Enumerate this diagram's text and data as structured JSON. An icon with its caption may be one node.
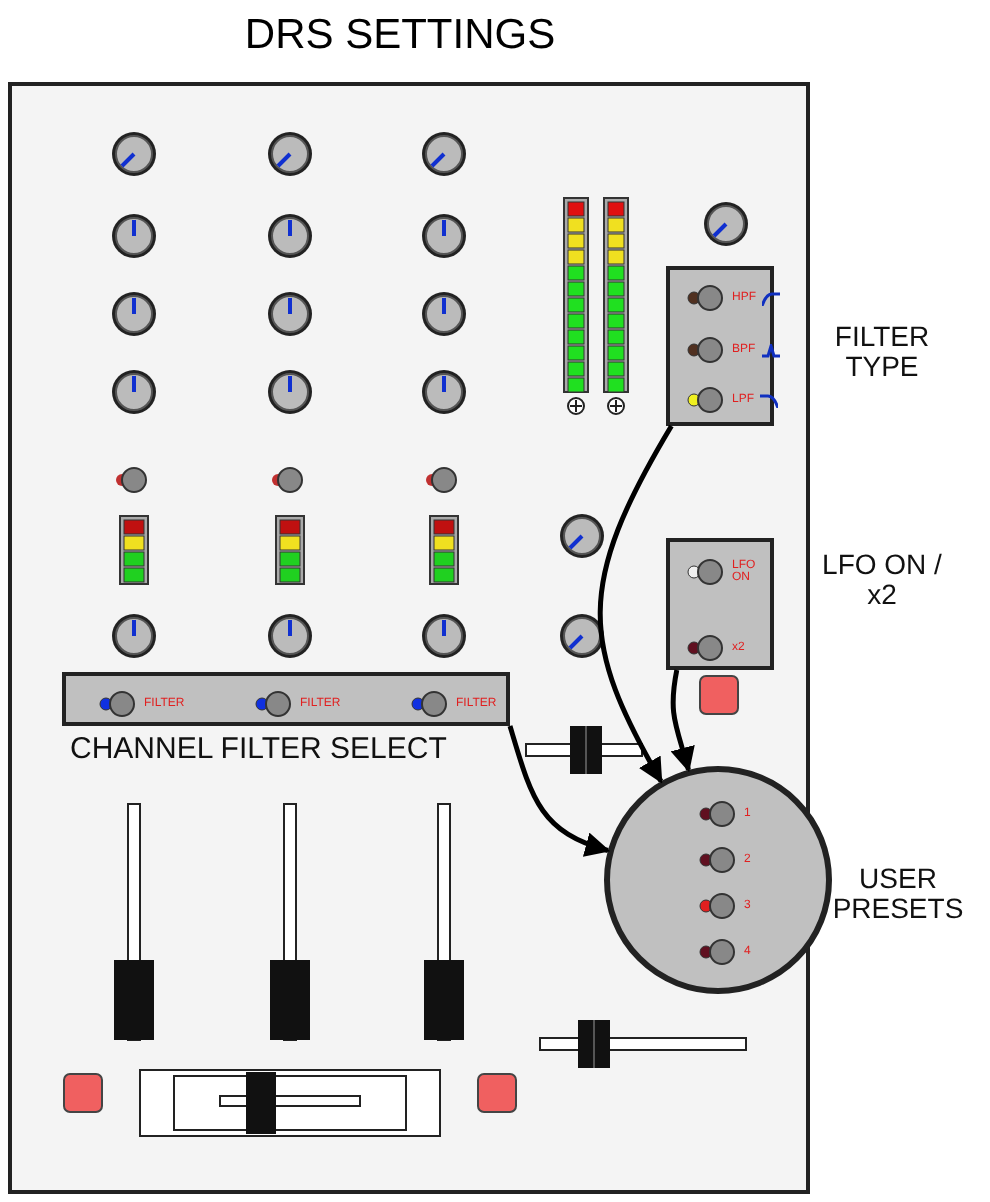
{
  "diagram": {
    "title": "DRS SETTINGS",
    "nodes": [
      {
        "text": [
          "HPF",
          "BPF",
          "LPF"
        ],
        "beside": [
          "FILTER TYPE"
        ]
      },
      {
        "text": [
          "LFO ON",
          "x2"
        ],
        "beside": [
          "LFO ON / x2"
        ]
      },
      {
        "text": [
          "FILTER",
          "FILTER",
          "FILTER"
        ],
        "beside": [
          "CHANNEL FILTER SELECT"
        ]
      },
      {
        "text": [
          "1",
          "2",
          "3",
          "4"
        ],
        "beside": [
          "USER PRESETS"
        ]
      }
    ],
    "edges": [
      {
        "from": 0,
        "to": 3,
        "arrow": "to"
      },
      {
        "from": 1,
        "to": 3,
        "arrow": "to"
      },
      {
        "from": 2,
        "to": 3,
        "arrow": "to"
      }
    ]
  }
}
